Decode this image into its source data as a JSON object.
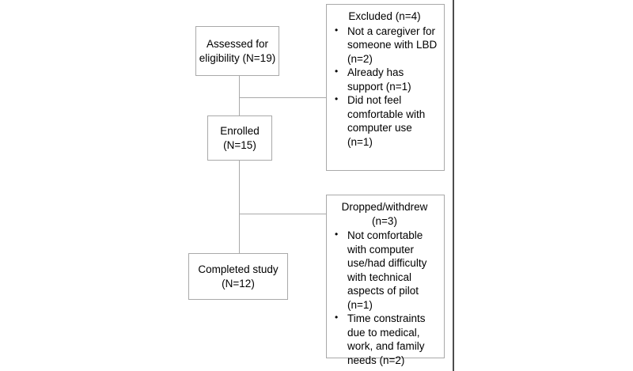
{
  "diagram": {
    "type": "participant-flow",
    "nodes": {
      "assessed": {
        "line1": "Assessed for",
        "line2": "eligibility (N=19)"
      },
      "enrolled": {
        "line1": "Enrolled",
        "line2": "(N=15)"
      },
      "completed": {
        "line1": "Completed study",
        "line2": "(N=12)"
      }
    },
    "panels": {
      "excluded": {
        "title": "Excluded (n=4)",
        "items": [
          "Not a caregiver for someone with LBD (n=2)",
          "Already has support (n=1)",
          "Did not feel comfortable with computer use (n=1)"
        ]
      },
      "dropped": {
        "title": "Dropped/withdrew\n(n=3)",
        "items": [
          "Not comfortable with computer use/had difficulty with technical aspects of pilot (n=1)",
          "Time constraints due to medical, work, and family needs (n=2)"
        ]
      }
    },
    "colors": {
      "box_border": "#a9a9a9",
      "connector": "#a9a9a9",
      "page_border": "#4d4d4d",
      "text": "#000000",
      "background": "#ffffff"
    }
  }
}
